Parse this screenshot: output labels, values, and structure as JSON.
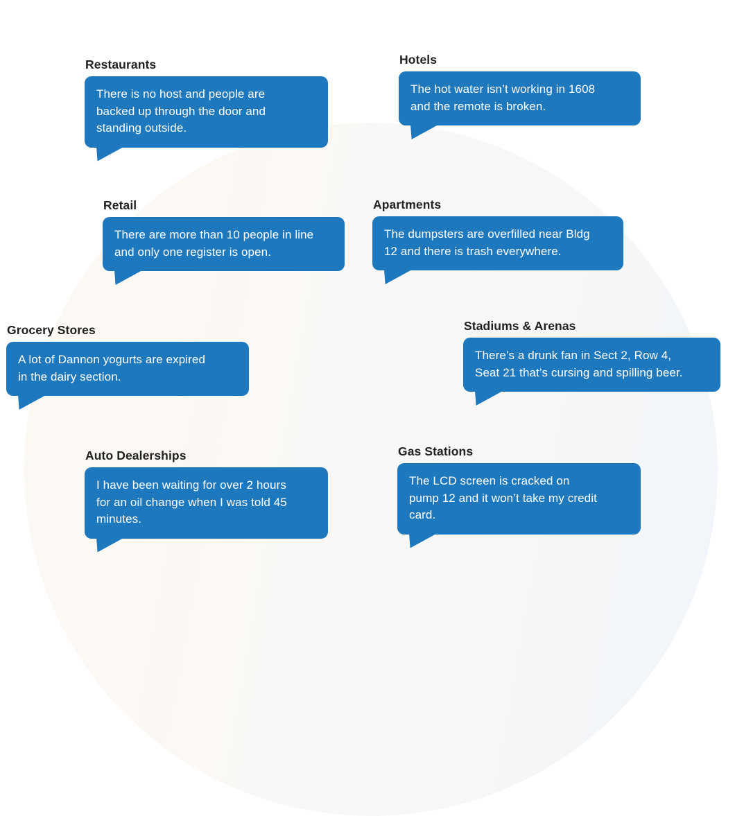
{
  "colors": {
    "bubble_blue": "#1e78be",
    "bubble_text": "#ffffff",
    "label_text": "#212121",
    "circle_gradient_left": "#fdf8f2",
    "circle_gradient_right": "#f0f5fa",
    "page_background": "#ffffff"
  },
  "cards": [
    {
      "label": "Restaurants",
      "message": "There is no host and people are backed up through the door and standing outside."
    },
    {
      "label": "Hotels",
      "message": "The hot water isn’t working in 1608 and the remote is broken."
    },
    {
      "label": "Retail",
      "message": "There are more than 10 people in line and only one register is open."
    },
    {
      "label": "Apartments",
      "message": "The dumpsters are overfilled near Bldg 12 and there is trash everywhere."
    },
    {
      "label": "Grocery Stores",
      "message": "A lot of Dannon yogurts are expired in the dairy section."
    },
    {
      "label": "Stadiums & Arenas",
      "message": "There’s a drunk fan in Sect 2, Row 4, Seat 21 that’s cursing and spilling beer."
    },
    {
      "label": "Auto Dealerships",
      "message": "I have been waiting for over 2 hours for an oil change when I was told 45 minutes."
    },
    {
      "label": "Gas Stations",
      "message": "The LCD screen is cracked on pump 12 and it won’t take my credit card."
    }
  ]
}
